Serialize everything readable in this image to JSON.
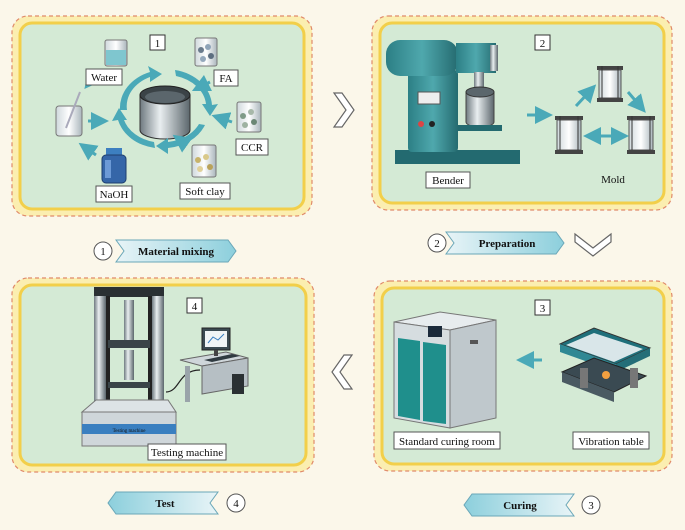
{
  "panels": [
    {
      "number": "1",
      "items": [
        "Water",
        "FA",
        "CCR",
        "Soft clay",
        "NaOH"
      ]
    },
    {
      "number": "2",
      "items": [
        "Bender",
        "Mold"
      ]
    },
    {
      "number": "3",
      "items": [
        "Standard curing room",
        "Vibration table"
      ]
    },
    {
      "number": "4",
      "items": [
        "Testing machine"
      ],
      "machine_text": "Testing machine"
    }
  ],
  "steps": [
    {
      "number": "1",
      "label": "Material mixing"
    },
    {
      "number": "2",
      "label": "Preparation"
    },
    {
      "number": "3",
      "label": "Curing"
    },
    {
      "number": "4",
      "label": "Test"
    }
  ],
  "colors": {
    "page_bg": "#fbf7ea",
    "panel_bg": "#d4ead5",
    "panel_border": "#f2cf4a",
    "dash": "#e08a6a",
    "accent": "#4aa9b8"
  }
}
